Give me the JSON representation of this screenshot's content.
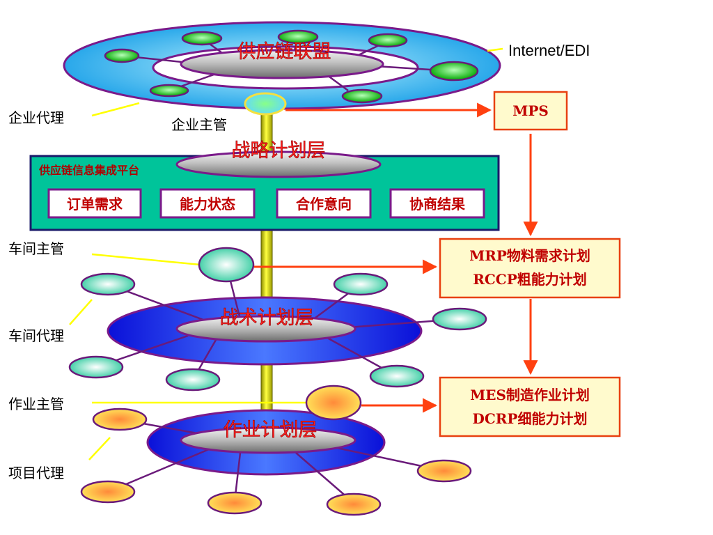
{
  "alliance_title": "供应链联盟",
  "internet_label": "Internet/EDI",
  "enterprise_agent": "企业代理",
  "enterprise_manager": "企业主管",
  "strategic_layer": "战略计划层",
  "platform": {
    "title": "供应链信息集成平台",
    "items": [
      "订单需求",
      "能力状态",
      "合作意向",
      "协商结果"
    ]
  },
  "workshop_manager": "车间主管",
  "workshop_agent": "车间代理",
  "tactical_layer": "战术计划层",
  "operation_manager": "作业主管",
  "project_agent": "项目代理",
  "operation_layer": "作业计划层",
  "boxes": {
    "mps": "MPS",
    "mrp_line1": "MRP物料需求计划",
    "mrp_line2": "RCCP粗能力计划",
    "mes_line1": "MES制造作业计划",
    "mes_line2": "DCRP细能力计划"
  },
  "colors": {
    "arrow": "#ff4010",
    "platform_fill": "#00c49a",
    "box_fill": "#fffacd",
    "layer_title": "#ff2020"
  },
  "diagram": {
    "nodes": [
      {
        "id": "alliance",
        "label": "供应链联盟"
      },
      {
        "id": "enterprise_manager",
        "label": "企业主管"
      },
      {
        "id": "platform",
        "label": "供应链信息集成平台"
      },
      {
        "id": "strategic",
        "label": "战略计划层"
      },
      {
        "id": "workshop_manager",
        "label": "车间主管"
      },
      {
        "id": "tactical",
        "label": "战术计划层"
      },
      {
        "id": "operation_manager",
        "label": "作业主管"
      },
      {
        "id": "operation",
        "label": "作业计划层"
      },
      {
        "id": "mps",
        "label": "MPS"
      },
      {
        "id": "mrp",
        "label": "MRP物料需求计划 RCCP粗能力计划"
      },
      {
        "id": "mes",
        "label": "MES制造作业计划 DCRP细能力计划"
      }
    ],
    "edges": [
      {
        "from": "enterprise_manager",
        "to": "mps"
      },
      {
        "from": "mps",
        "to": "mrp"
      },
      {
        "from": "workshop_manager",
        "to": "mrp"
      },
      {
        "from": "mrp",
        "to": "mes"
      },
      {
        "from": "operation_manager",
        "to": "mes"
      }
    ]
  }
}
